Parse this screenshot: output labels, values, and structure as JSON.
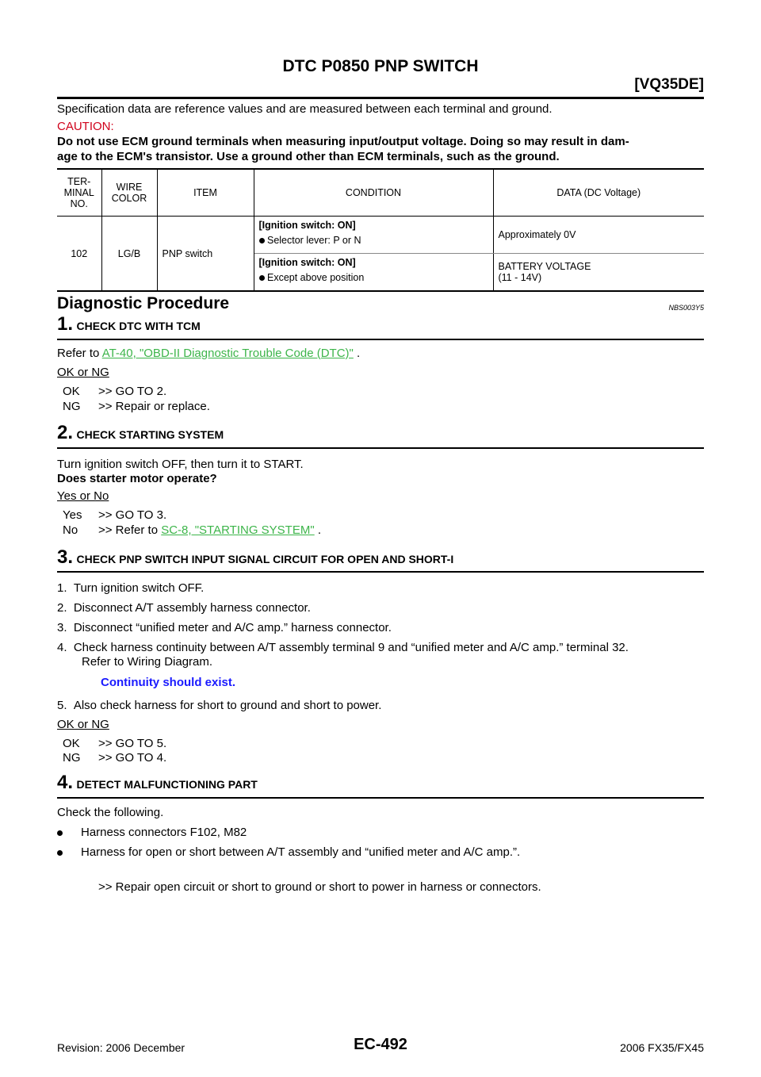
{
  "header": {
    "title": "DTC P0850 PNP SWITCH",
    "engine": "[VQ35DE]"
  },
  "intro": "Specification data are reference values and are measured between each terminal and ground.",
  "caution": {
    "label": "CAUTION:",
    "line1": "Do not use ECM ground terminals when measuring input/output voltage. Doing so may result in dam-",
    "line2": "age to the ECM's transistor. Use a ground other than ECM terminals, such as the ground."
  },
  "table": {
    "headers": {
      "terminal_1": "TER-",
      "terminal_2": "MINAL",
      "terminal_3": "NO.",
      "wire_1": "WIRE",
      "wire_2": "COLOR",
      "item": "ITEM",
      "condition": "CONDITION",
      "data": "DATA (DC Voltage)"
    },
    "terminal": "102",
    "wire_color": "LG/B",
    "item": "PNP switch",
    "rows": [
      {
        "cond_head": "[Ignition switch: ON]",
        "cond_item": "Selector lever: P or N",
        "data_1": "Approximately 0V",
        "data_2": ""
      },
      {
        "cond_head": "[Ignition switch: ON]",
        "cond_item": "Except above position",
        "data_1": "BATTERY VOLTAGE",
        "data_2": "(11 - 14V)"
      }
    ]
  },
  "diag": {
    "title": "Diagnostic Procedure",
    "code": "NBS003Y5"
  },
  "step1": {
    "num": "1.",
    "title": "CHECK DTC WITH TCM",
    "refer_pre": "Refer to ",
    "refer_link": "AT-40, \"OBD-II Diagnostic Trouble Code (DTC)\"",
    "refer_post": " .",
    "question": "OK or NG",
    "r1_key": "OK",
    "r1_val": ">> GO TO 2.",
    "r2_key": "NG",
    "r2_val": ">> Repair or replace."
  },
  "step2": {
    "num": "2.",
    "title": "CHECK STARTING SYSTEM",
    "line1": "Turn ignition switch OFF, then turn it to START.",
    "line2": "Does starter motor operate?",
    "question": "Yes or No",
    "r1_key": "Yes",
    "r1_val": ">> GO TO 3.",
    "r2_key": "No",
    "r2_pre": ">> Refer to ",
    "r2_link": "SC-8, \"STARTING SYSTEM\"",
    "r2_post": " ."
  },
  "step3": {
    "num": "3.",
    "title": "CHECK PNP SWITCH INPUT SIGNAL CIRCUIT FOR OPEN AND SHORT-I",
    "s1": "1.  Turn ignition switch OFF.",
    "s2": "2.  Disconnect A/T assembly harness connector.",
    "s3": "3.  Disconnect “unified meter and A/C amp.” harness connector.",
    "s4a": "4.  Check harness continuity between A/T assembly terminal 9 and “unified meter and A/C amp.” terminal 32.",
    "s4b": "Refer to Wiring Diagram.",
    "spec": "Continuity should exist.",
    "s5": "5.  Also check harness for short to ground and short to power.",
    "question": "OK or NG",
    "r1_key": "OK",
    "r1_val": ">> GO TO 5.",
    "r2_key": "NG",
    "r2_val": ">> GO TO 4."
  },
  "step4": {
    "num": "4.",
    "title": "DETECT MALFUNCTIONING PART",
    "intro": "Check the following.",
    "b1": "Harness connectors F102, M82",
    "b2": "Harness for open or short between A/T assembly and “unified meter and A/C amp.”.",
    "result": ">> Repair open circuit or short to ground or short to power in harness or connectors."
  },
  "footer": {
    "revision": "Revision: 2006 December",
    "page": "EC-492",
    "model": "2006 FX35/FX45"
  }
}
